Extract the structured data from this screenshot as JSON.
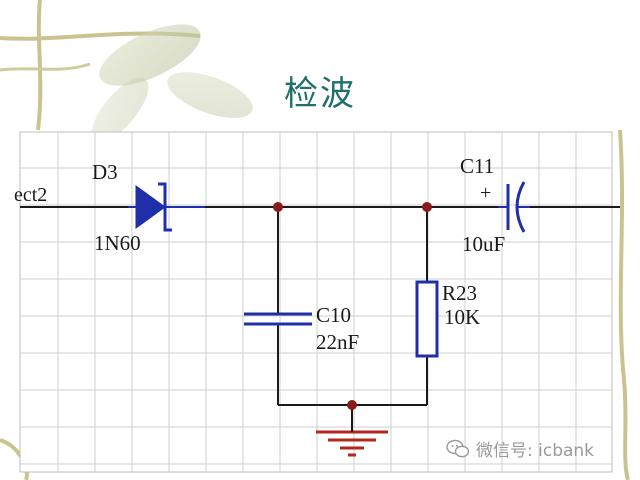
{
  "slide": {
    "title": "检波"
  },
  "circuit": {
    "net_label": "ect2",
    "diode": {
      "ref": "D3",
      "value": "1N60"
    },
    "capacitor_c10": {
      "ref": "C10",
      "value": "22nF"
    },
    "resistor_r23": {
      "ref": "R23",
      "value": "10K"
    },
    "capacitor_c11": {
      "ref": "C11",
      "value": "10uF",
      "polarity": "+"
    },
    "colors": {
      "wire": "#1a1a1a",
      "component": "#1f2fa8",
      "junction": "#8b1a1a",
      "ground": "#b3261e",
      "grid": "#c8c8c8"
    }
  },
  "watermark": {
    "text": "微信号: icbank",
    "icon": "wechat-icon"
  }
}
